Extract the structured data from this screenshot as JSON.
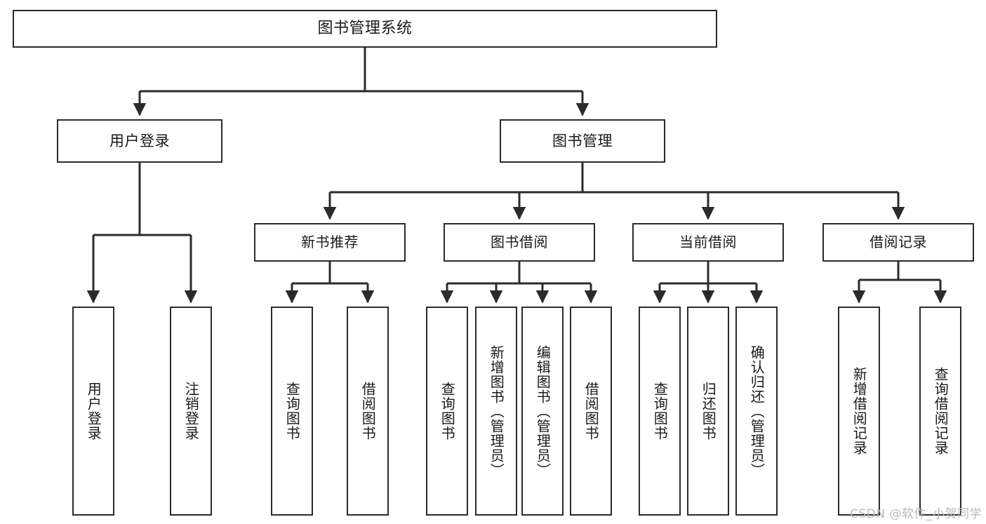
{
  "diagram": {
    "title": "图书管理系统",
    "type": "tree",
    "watermark": "CSDN @软件_小贺同学",
    "colors": {
      "stroke": "#2b2b2b",
      "box_fill": "#ffffff",
      "text": "#1a1a1a",
      "watermark": "#b9b9b9",
      "background": "#ffffff"
    },
    "nodes": {
      "root": {
        "label": "图书管理系统"
      },
      "level2": [
        {
          "label": "用户登录"
        },
        {
          "label": "图书管理"
        }
      ],
      "level3": [
        {
          "label": "新书推荐"
        },
        {
          "label": "图书借阅"
        },
        {
          "label": "当前借阅"
        },
        {
          "label": "借阅记录"
        }
      ],
      "leaves_user_login": [
        {
          "label": "用户登录"
        },
        {
          "label": "注销登录"
        }
      ],
      "leaves_new_book": [
        {
          "label": "查询图书"
        },
        {
          "label": "借阅图书"
        }
      ],
      "leaves_borrow": [
        {
          "label": "查询图书"
        },
        {
          "label": "新增图书（管理员）"
        },
        {
          "label": "编辑图书（管理员）"
        },
        {
          "label": "借阅图书"
        }
      ],
      "leaves_current": [
        {
          "label": "查询图书"
        },
        {
          "label": "归还图书"
        },
        {
          "label": "确认归还（管理员）"
        }
      ],
      "leaves_records": [
        {
          "label": "新增借阅记录"
        },
        {
          "label": "查询借阅记录"
        }
      ]
    }
  }
}
